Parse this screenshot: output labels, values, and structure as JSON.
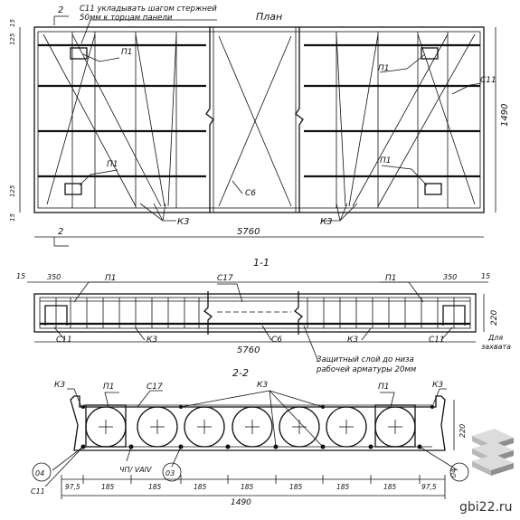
{
  "plan": {
    "title": "План",
    "note_line1": "С11 укладывать шагом стержней",
    "note_line2": "50мм к торцам панели",
    "cut_mark": "2",
    "length": "5760",
    "height": "1490",
    "dim_125_top": "125",
    "dim_15_top": "15",
    "dim_125_bottom": "125",
    "dim_15_bottom": "15",
    "label_p1": "П1",
    "label_c11": "С11",
    "label_k3": "К3",
    "label_c6": "С6"
  },
  "section_11": {
    "title": "1-1",
    "dim_15_left": "15",
    "dim_350_left": "350",
    "dim_350_right": "350",
    "dim_15_right": "15",
    "height": "220",
    "length": "5760",
    "label_p1": "П1",
    "label_c17": "С17",
    "label_c11": "С11",
    "label_k3": "К3",
    "label_c6": "С6",
    "cover_note_line1": "Защитный слой до низа",
    "cover_note_line2": "рабочей арматуры 20мм",
    "support_line1": "Для",
    "support_line2": "захвата"
  },
  "section_22": {
    "title": "2-2",
    "label_k3": "К3",
    "label_p1": "П1",
    "label_c17": "С17",
    "label_c11": "С11",
    "label_04": "04",
    "label_03": "03",
    "label_vp": "ЧП/ VАIV",
    "height": "220",
    "dims": [
      "97,5",
      "185",
      "185",
      "185",
      "185",
      "185",
      "185",
      "185",
      "97,5"
    ],
    "total": "1490"
  },
  "watermark": {
    "text": "gbi22.ru",
    "colors": {
      "top": "#dcdcdc",
      "mid": "#b8b8b8",
      "side": "#8f8f8f"
    }
  }
}
